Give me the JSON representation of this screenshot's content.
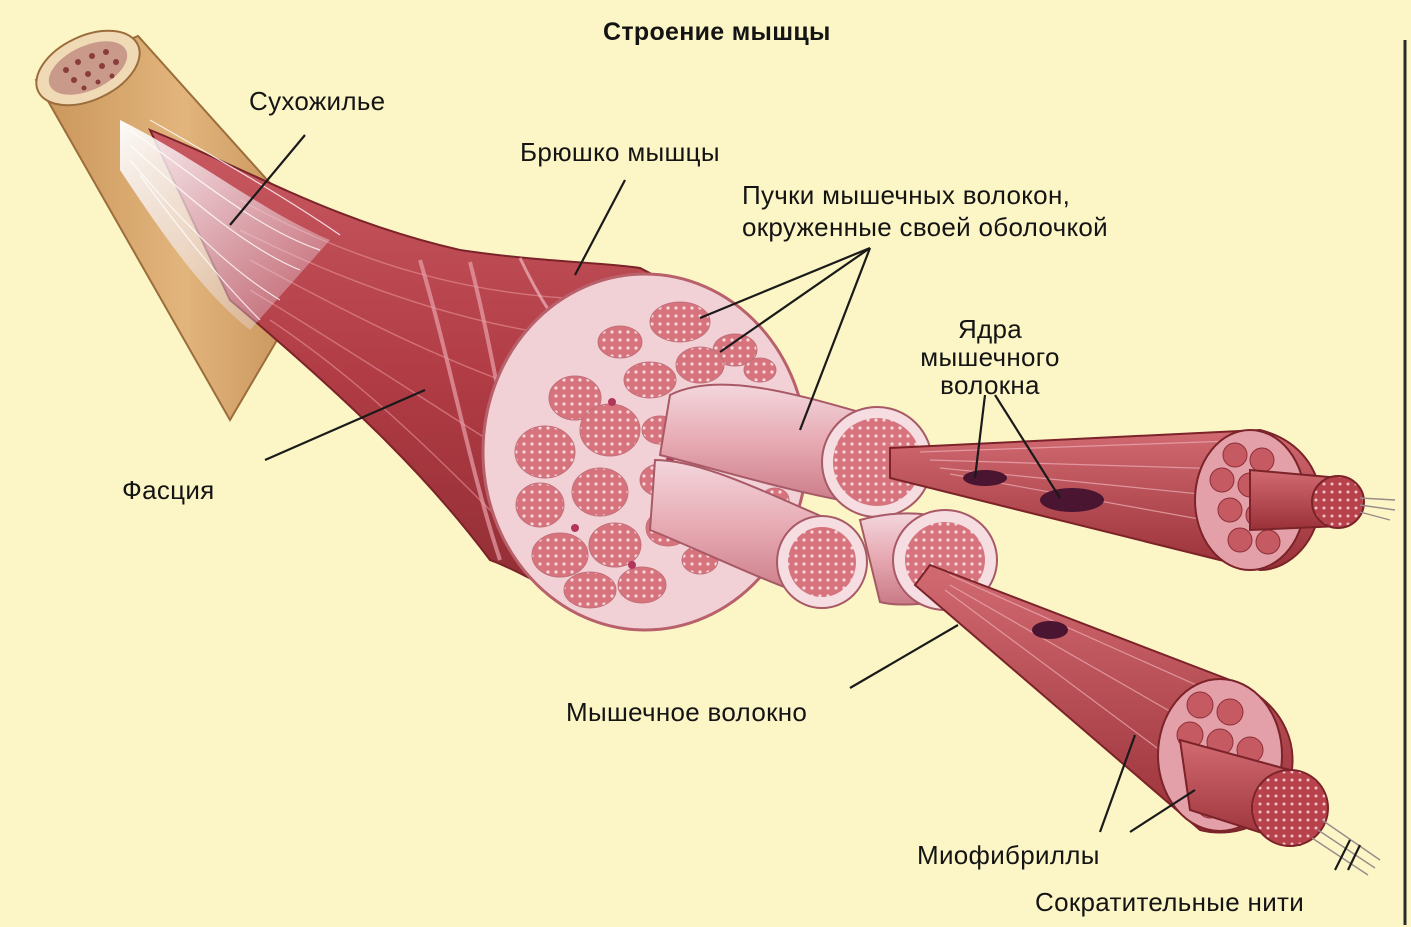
{
  "title": "Строение мышцы",
  "labels": {
    "tendon": "Сухожилье",
    "belly": "Брюшко мышцы",
    "bundles_line1": "Пучки мышечных волокон,",
    "bundles_line2": "окруженные своей оболочкой",
    "nuclei_line1": "Ядра",
    "nuclei_line2": "мышечного",
    "nuclei_line3": "волокна",
    "fascia": "Фасция",
    "fiber": "Мышечное волокно",
    "myofibrils": "Миофибриллы",
    "filaments": "Сократительные нити"
  },
  "colors": {
    "background": "#fcf6c6",
    "muscle": "#b5424a",
    "muscle_dark": "#8e2c33",
    "section_pink": "#f2d1d6",
    "bundle": "#d9828b",
    "tendon": "#d7a86c",
    "nucleus": "#4a1530"
  }
}
